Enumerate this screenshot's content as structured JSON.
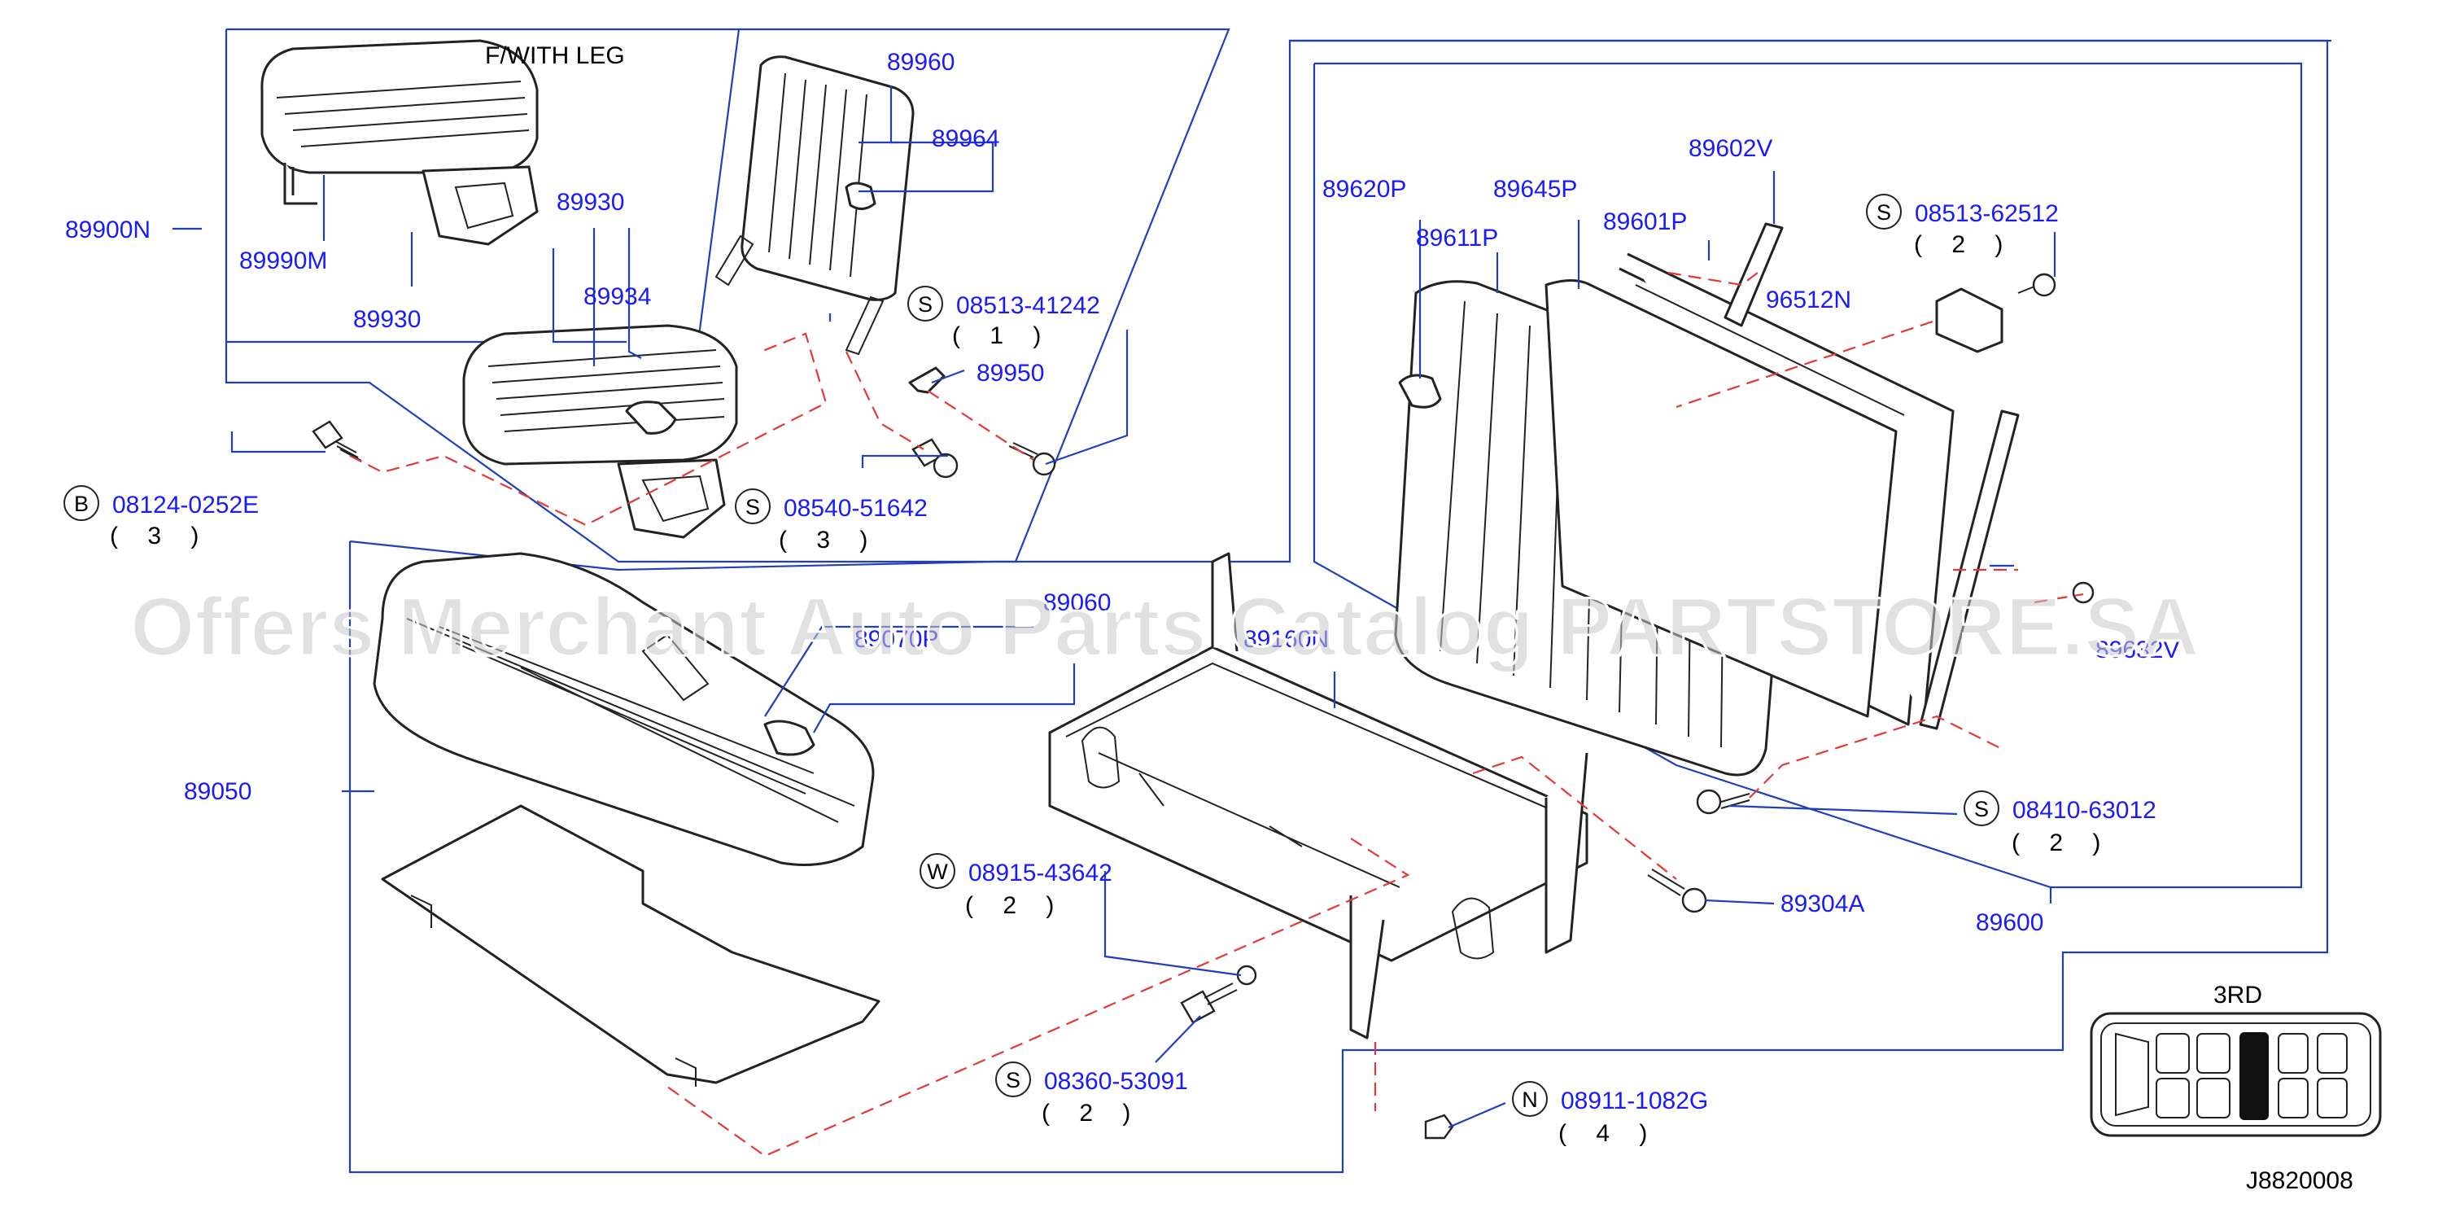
{
  "header_label": "F/WITH  LEG",
  "watermark": "Offers Merchant Auto Parts Catalog PARTSTORE.SA",
  "diagram_code": "J8820008",
  "inset_label": "3RD",
  "labels": {
    "p89900N": "89900N",
    "p89990M": "89990M",
    "p89930a": "89930",
    "p89930b": "89930",
    "p89934": "89934",
    "p89960": "89960",
    "p89964": "89964",
    "p89950": "89950",
    "p89050": "89050",
    "p89060": "89060",
    "p89070P": "89070P",
    "p89160N": "89160N",
    "p89620P": "89620P",
    "p89611P": "89611P",
    "p89645P": "89645P",
    "p89601P": "89601P",
    "p89602V": "89602V",
    "p96512N": "96512N",
    "p89632V": "89632V",
    "p89304A": "89304A",
    "p89600": "89600"
  },
  "callouts": {
    "s1": {
      "prefix": "S",
      "part": "08513-41242",
      "qty": "( 1 )"
    },
    "b1": {
      "prefix": "B",
      "part": "08124-0252E",
      "qty": "( 3 )"
    },
    "s2": {
      "prefix": "S",
      "part": "08540-51642",
      "qty": "( 3 )"
    },
    "s3": {
      "prefix": "S",
      "part": "08513-62512",
      "qty": "( 2 )"
    },
    "s4": {
      "prefix": "S",
      "part": "08410-63012",
      "qty": "( 2 )"
    },
    "w1": {
      "prefix": "W",
      "part": "08915-43642",
      "qty": "( 2 )"
    },
    "s5": {
      "prefix": "S",
      "part": "08360-53091",
      "qty": "( 2 )"
    },
    "n1": {
      "prefix": "N",
      "part": "08911-1082G",
      "qty": "( 4 )"
    }
  }
}
